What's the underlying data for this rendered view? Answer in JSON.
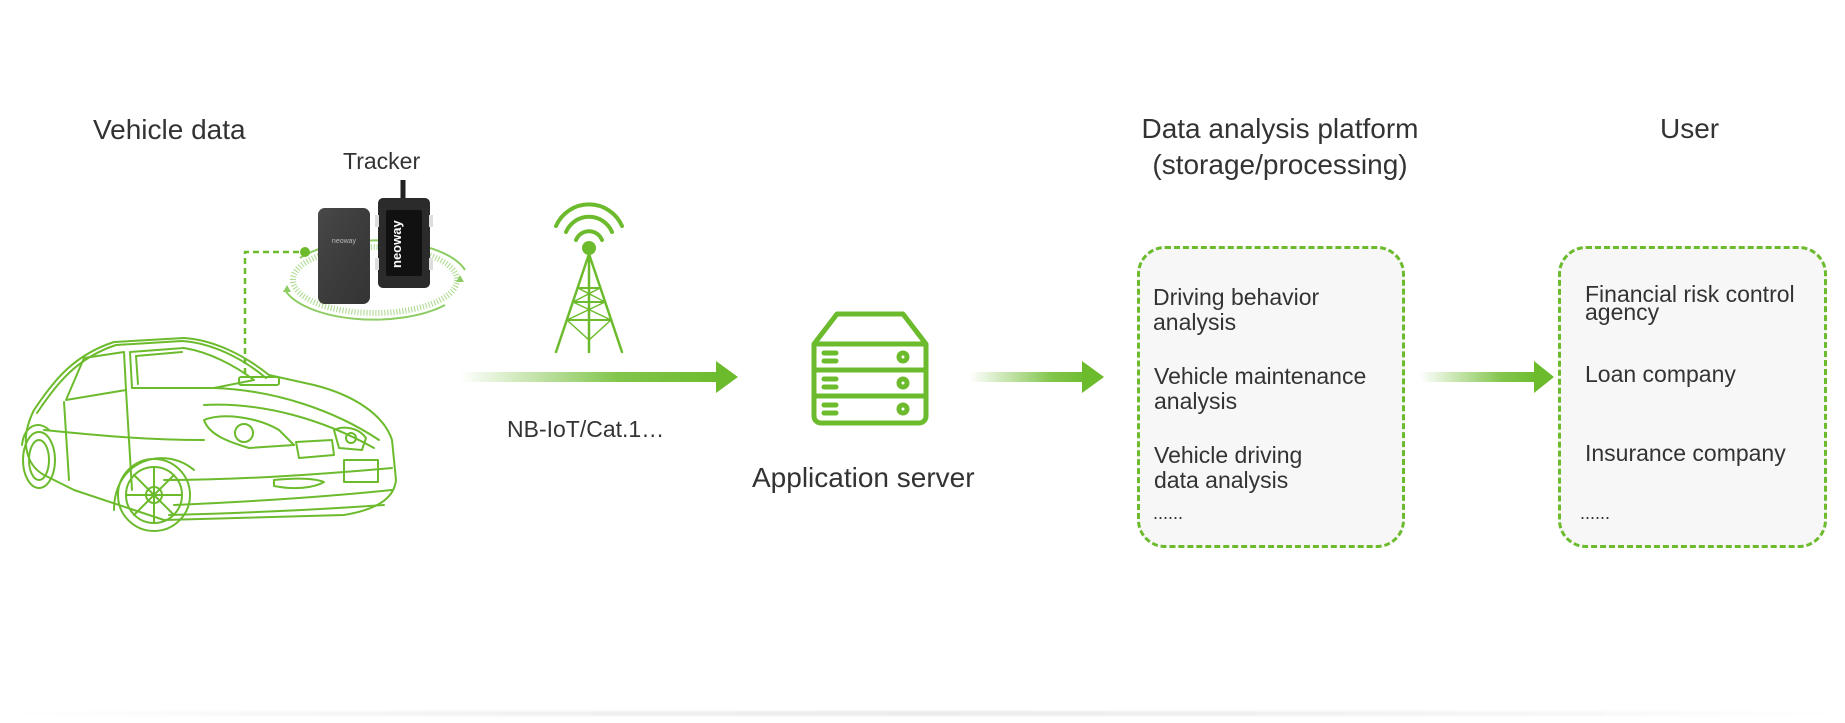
{
  "colors": {
    "accent": "#6cbb2d",
    "text": "#333333",
    "box_fill": "#f7f7f7",
    "device_dark": "#3a3a3a"
  },
  "sections": {
    "vehicle": {
      "title": "Vehicle data",
      "tracker_label": "Tracker",
      "tracker_brand": "neoway"
    },
    "network": {
      "label": "NB-IoT/Cat.1…"
    },
    "server": {
      "label": "Application server"
    },
    "platform": {
      "title_line1": "Data analysis platform",
      "title_line2": "(storage/processing)",
      "items": [
        {
          "line1": "Driving behavior",
          "line2": "analysis"
        },
        {
          "line1": "Vehicle maintenance",
          "line2": "analysis"
        },
        {
          "line1": "Vehicle driving",
          "line2": "data analysis"
        }
      ],
      "more": "......"
    },
    "user": {
      "title": "User",
      "items": [
        {
          "line1": "Financial risk control",
          "line2": "agency"
        },
        {
          "line1": "Loan company"
        },
        {
          "line1": "Insurance company"
        }
      ],
      "more": "......"
    }
  },
  "icons": {
    "car": "car-outline-icon",
    "tracker": "tracker-device-icon",
    "tower": "cell-tower-icon",
    "server": "server-stack-icon",
    "arrow": "arrow-right-icon"
  }
}
